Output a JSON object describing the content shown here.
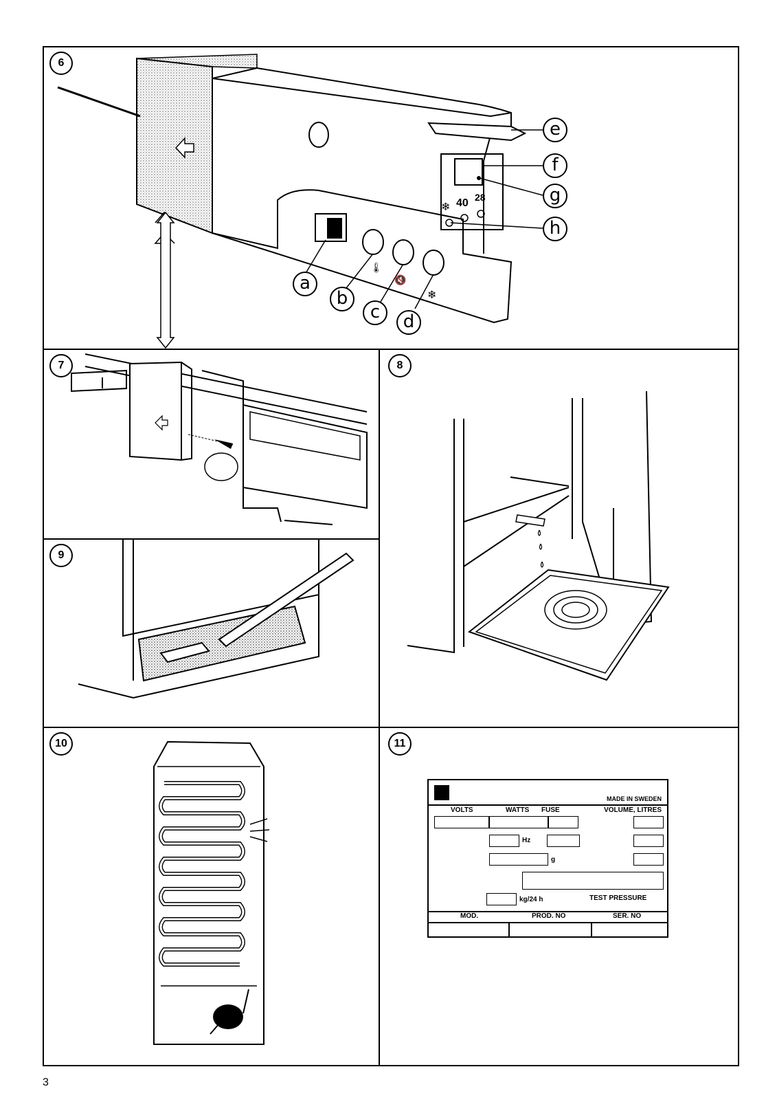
{
  "page_number": "3",
  "figures": {
    "fig6": {
      "number": "6",
      "callouts": [
        "a",
        "b",
        "c",
        "d",
        "e",
        "f",
        "g",
        "h"
      ],
      "panel_labels": {
        "temp_40": "40",
        "temp_28": "28"
      }
    },
    "fig7": {
      "number": "7"
    },
    "fig8": {
      "number": "8"
    },
    "fig9": {
      "number": "9"
    },
    "fig10": {
      "number": "10"
    },
    "fig11": {
      "number": "11",
      "plate": {
        "made_in": "MADE IN SWEDEN",
        "volts": "VOLTS",
        "watts": "WATTS",
        "fuse": "FUSE",
        "volume": "VOLUME, LITRES",
        "hz": "Hz",
        "g": "g",
        "kg24h": "kg/24 h",
        "test_pressure": "TEST PRESSURE",
        "mod": "MOD.",
        "prod_no": "PROD. NO",
        "ser_no": "SER. NO"
      }
    }
  },
  "icons": [
    "snowflake-icon",
    "thermometer-icon",
    "mute-alarm-icon",
    "arrow-icon"
  ]
}
